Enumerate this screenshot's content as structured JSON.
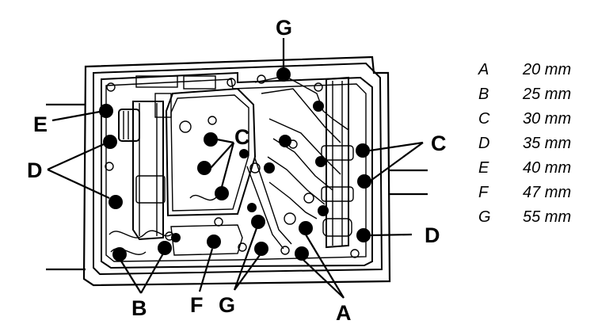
{
  "diagram": {
    "callouts": [
      {
        "id": "g-top",
        "text": "G"
      },
      {
        "id": "e",
        "text": "E"
      },
      {
        "id": "d-left",
        "text": "D"
      },
      {
        "id": "c-center",
        "text": "C"
      },
      {
        "id": "c-right",
        "text": "C"
      },
      {
        "id": "d-right",
        "text": "D"
      },
      {
        "id": "b",
        "text": "B"
      },
      {
        "id": "f",
        "text": "F"
      },
      {
        "id": "g-bottom",
        "text": "G"
      },
      {
        "id": "a",
        "text": "A"
      }
    ]
  },
  "legend": [
    {
      "letter": "A",
      "value": "20 mm"
    },
    {
      "letter": "B",
      "value": "25 mm"
    },
    {
      "letter": "C",
      "value": "30 mm"
    },
    {
      "letter": "D",
      "value": "35 mm"
    },
    {
      "letter": "E",
      "value": "40 mm"
    },
    {
      "letter": "F",
      "value": "47 mm"
    },
    {
      "letter": "G",
      "value": "55 mm"
    }
  ]
}
